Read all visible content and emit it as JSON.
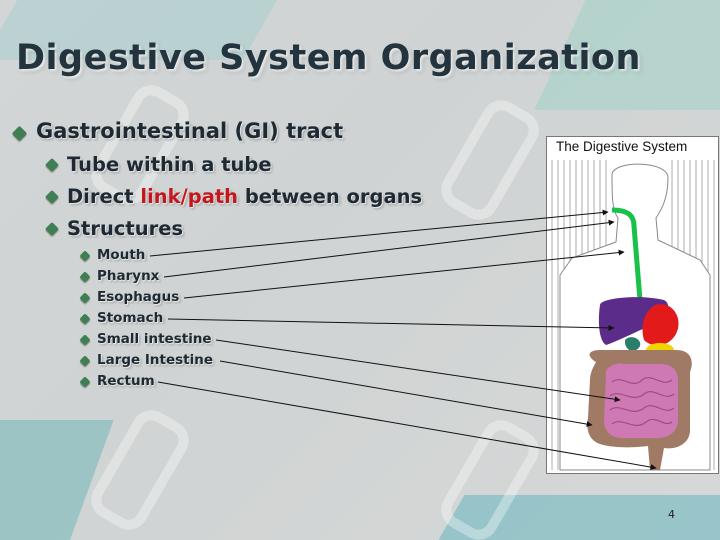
{
  "slide": {
    "title": "Digestive System Organization",
    "page_number": "4",
    "bullets": {
      "level0": "Gastrointestinal (GI) tract",
      "tube": "Tube within a tube",
      "direct_pre": "Direct ",
      "direct_highlight": "link/path",
      "direct_post": " between organs",
      "structures": "Structures",
      "organs": [
        "Mouth",
        "Pharynx",
        "Esophagus",
        "Stomach",
        "Small intestine",
        "Large Intestine",
        "Rectum"
      ]
    },
    "figure": {
      "title": "The Digestive System"
    },
    "colors": {
      "title": "#23343f",
      "bullet_marker": "#3f7f52",
      "highlight": "#c4161c",
      "esophagus": "#19c04a",
      "liver": "#5c2c8a",
      "stomach": "#e21a1a",
      "gallbladder": "#f0d400",
      "small_intestine": "#cf79b4",
      "large_intestine": "#a07a64"
    }
  }
}
